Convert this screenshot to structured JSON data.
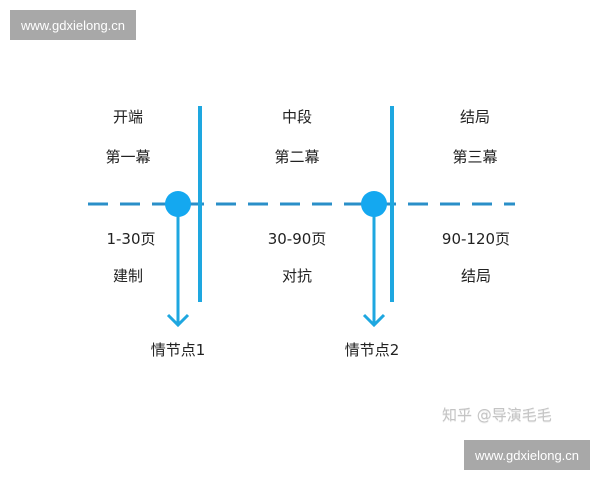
{
  "watermarks": {
    "top": "www.gdxielong.cn",
    "bottom": "www.gdxielong.cn",
    "zhihu": "知乎 @导演毛毛"
  },
  "colors": {
    "line": "#1ea7e0",
    "dash": "#2a8fc8",
    "node": "#14a8f0",
    "text": "#222222"
  },
  "acts": [
    {
      "title": "开端",
      "act": "第一幕",
      "pages": "1-30页",
      "function": "建制"
    },
    {
      "title": "中段",
      "act": "第二幕",
      "pages": "30-90页",
      "function": "对抗"
    },
    {
      "title": "结局",
      "act": "第三幕",
      "pages": "90-120页",
      "function": "结局"
    }
  ],
  "plot_points": [
    {
      "label": "情节点1"
    },
    {
      "label": "情节点2"
    }
  ]
}
